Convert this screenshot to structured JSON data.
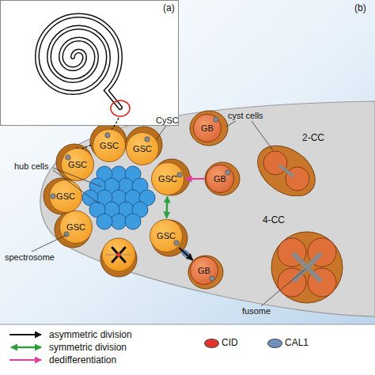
{
  "diagram": {
    "nodes": [
      {
        "text": [
          "GB"
        ]
      },
      {
        "text": [
          "2-CC"
        ]
      },
      {
        "text": [
          "GSC"
        ]
      },
      {
        "text": [
          "GSC"
        ]
      },
      {
        "text": [
          "GSC"
        ]
      },
      {
        "text": [
          "GB"
        ]
      },
      {
        "text": [
          "GSC"
        ]
      },
      {
        "text": [
          "GSC"
        ]
      },
      {
        "text": [
          "GSC"
        ]
      },
      {
        "text": [
          "GSC"
        ]
      },
      {
        "text": [
          "4-CC"
        ]
      },
      {
        "text": [
          "GB"
        ]
      }
    ],
    "edges": [
      {
        "from": 5,
        "to": 6,
        "arrow": "to"
      },
      {
        "from": 6,
        "to": 9,
        "arrow": "both"
      },
      {
        "from": 9,
        "to": 11,
        "arrow": "to"
      }
    ],
    "labels": [
      "(a)",
      "(b)",
      "CySC",
      "cyst cells",
      "hub cells",
      "spectrosome",
      "fusome"
    ],
    "legend": [
      {
        "text": "asymmetric division"
      },
      {
        "text": "symmetric division"
      },
      {
        "text": "dedifferentiation"
      },
      {
        "text": "CID",
        "color": "#e5322d"
      },
      {
        "text": "CAL1",
        "color": "#6f8fbf"
      }
    ]
  }
}
